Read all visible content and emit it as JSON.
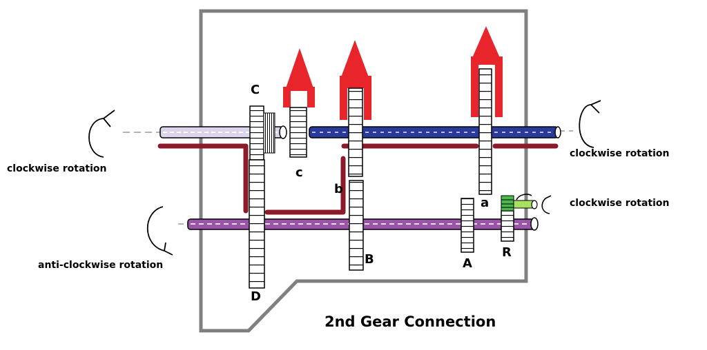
{
  "diagram": {
    "title": "2nd Gear Connection",
    "rotation_labels": {
      "input_shaft": "clockwise rotation",
      "output_shaft": "clockwise rotation",
      "reverse_idler": "clockwise rotation",
      "countershaft": "anti-clockwise rotation"
    },
    "gear_labels": {
      "main_C": "C",
      "main_c": "c",
      "main_b": "b",
      "main_a": "a",
      "counter_D": "D",
      "counter_B": "B",
      "counter_A": "A",
      "reverse_R": "R"
    },
    "colors": {
      "housing": "#808080",
      "shift_fork": "#e8252a",
      "power_path": "#8b1a2b",
      "output_shaft": "#2a3a9a",
      "countershaft": "#9a55a8",
      "input_shaft": "#dcd4ec",
      "reverse_gear": "#4cb84c"
    }
  }
}
